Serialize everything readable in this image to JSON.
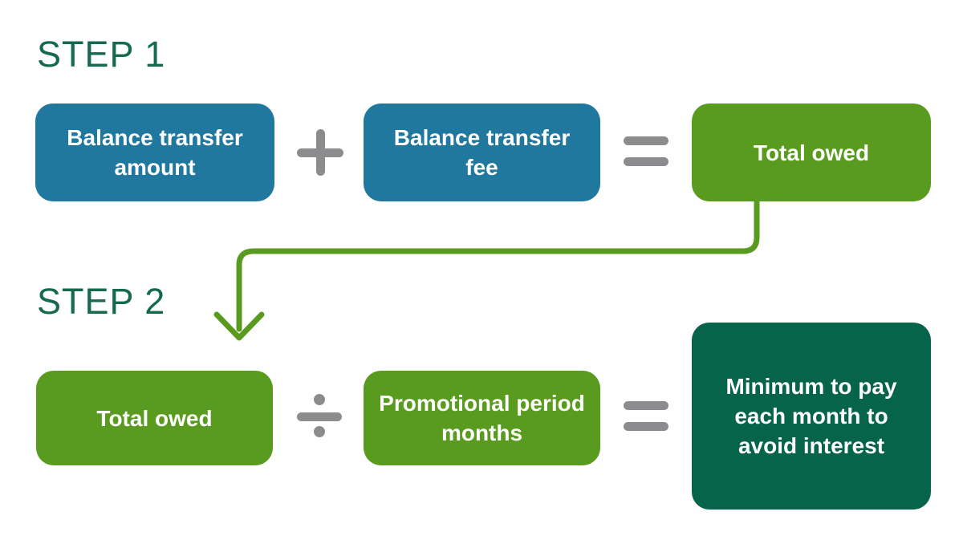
{
  "colors": {
    "blue": "#21789f",
    "green": "#599b1e",
    "dark_green": "#056449",
    "heading_green": "#156a4b",
    "operator_gray": "#8c8c8e",
    "arrow_green": "#599b1e",
    "text_white": "#ffffff",
    "background": "#ffffff"
  },
  "icons": {
    "plus": "plus-icon",
    "equals": "equals-icon",
    "divide": "divide-icon",
    "arrow_down": "arrow-down-icon"
  },
  "step1": {
    "heading": "STEP 1",
    "box_amount": "Balance transfer amount",
    "box_fee": "Balance transfer fee",
    "box_total": "Total owed"
  },
  "step2": {
    "heading": "STEP 2",
    "box_total": "Total owed",
    "box_period": "Promotional period months",
    "box_minimum": "Minimum to pay each month to avoid interest"
  }
}
